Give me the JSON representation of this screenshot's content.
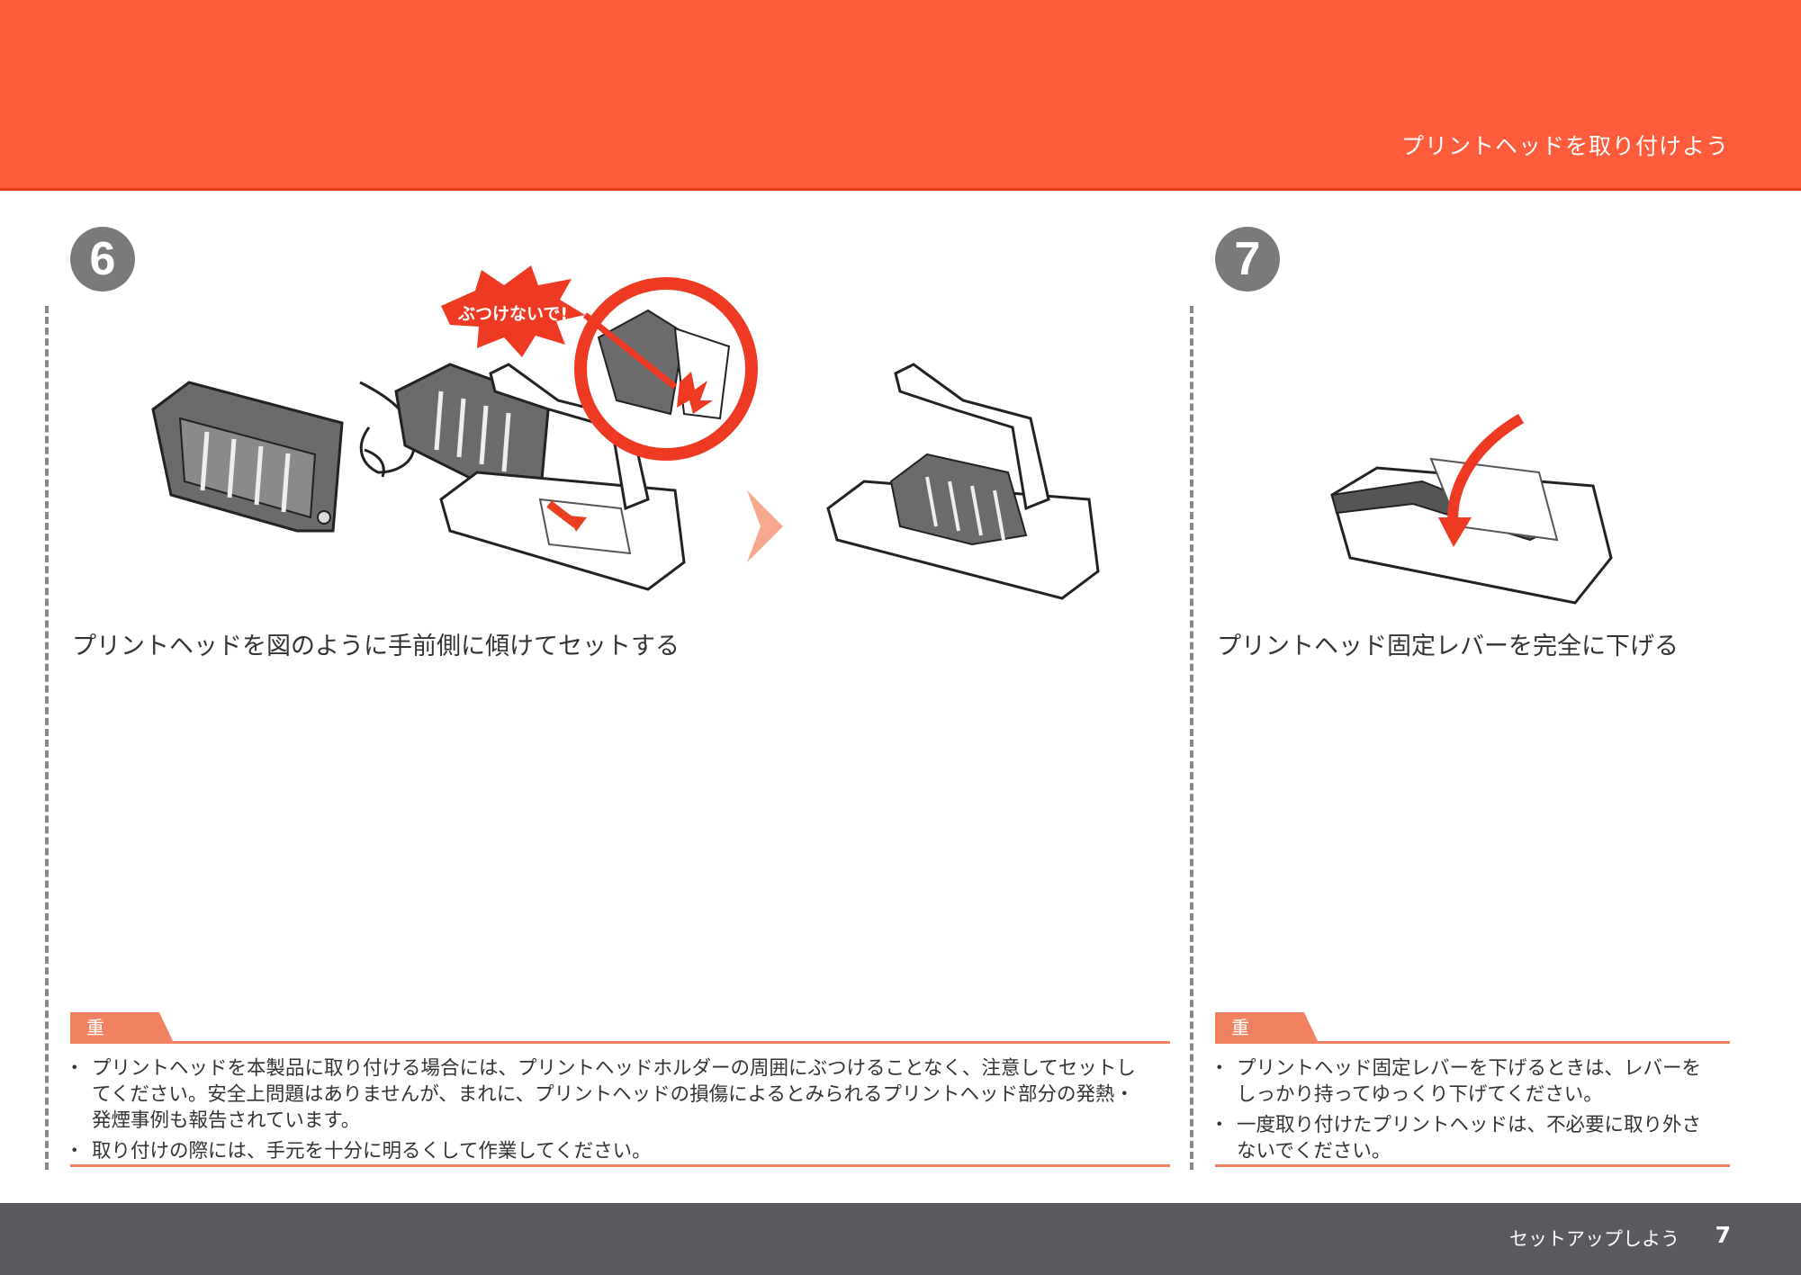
{
  "header": {
    "title": "プリントヘッドを取り付けよう",
    "color": "#ff5c3b"
  },
  "steps": [
    {
      "number": "6",
      "title": "プリントヘッドを図のように手前側に傾けてセットする",
      "callout": "ぶつけないで!",
      "important": {
        "label": "重 要",
        "items": [
          "プリントヘッドを本製品に取り付ける場合には、プリントヘッドホルダーの周囲にぶつけることなく、注意してセットしてください。安全上問題はありませんが、まれに、プリントヘッドの損傷によるとみられるプリントヘッド部分の発熱・発煙事例も報告されています。",
          "取り付けの際には、手元を十分に明るくして作業してください。"
        ]
      }
    },
    {
      "number": "7",
      "title": "プリントヘッド固定レバーを完全に下げる",
      "important": {
        "label": "重 要",
        "items": [
          "プリントヘッド固定レバーを下げるときは、レバーをしっかり持ってゆっくり下げてください。",
          "一度取り付けたプリントヘッドは、不必要に取り外さないでください。"
        ]
      }
    }
  ],
  "footer": {
    "label": "セットアップしよう",
    "page": "7"
  },
  "colors": {
    "accent": "#ff5c3b",
    "important": "#f08262",
    "footer": "#5a5a60",
    "badge": "#7a7a7a"
  }
}
